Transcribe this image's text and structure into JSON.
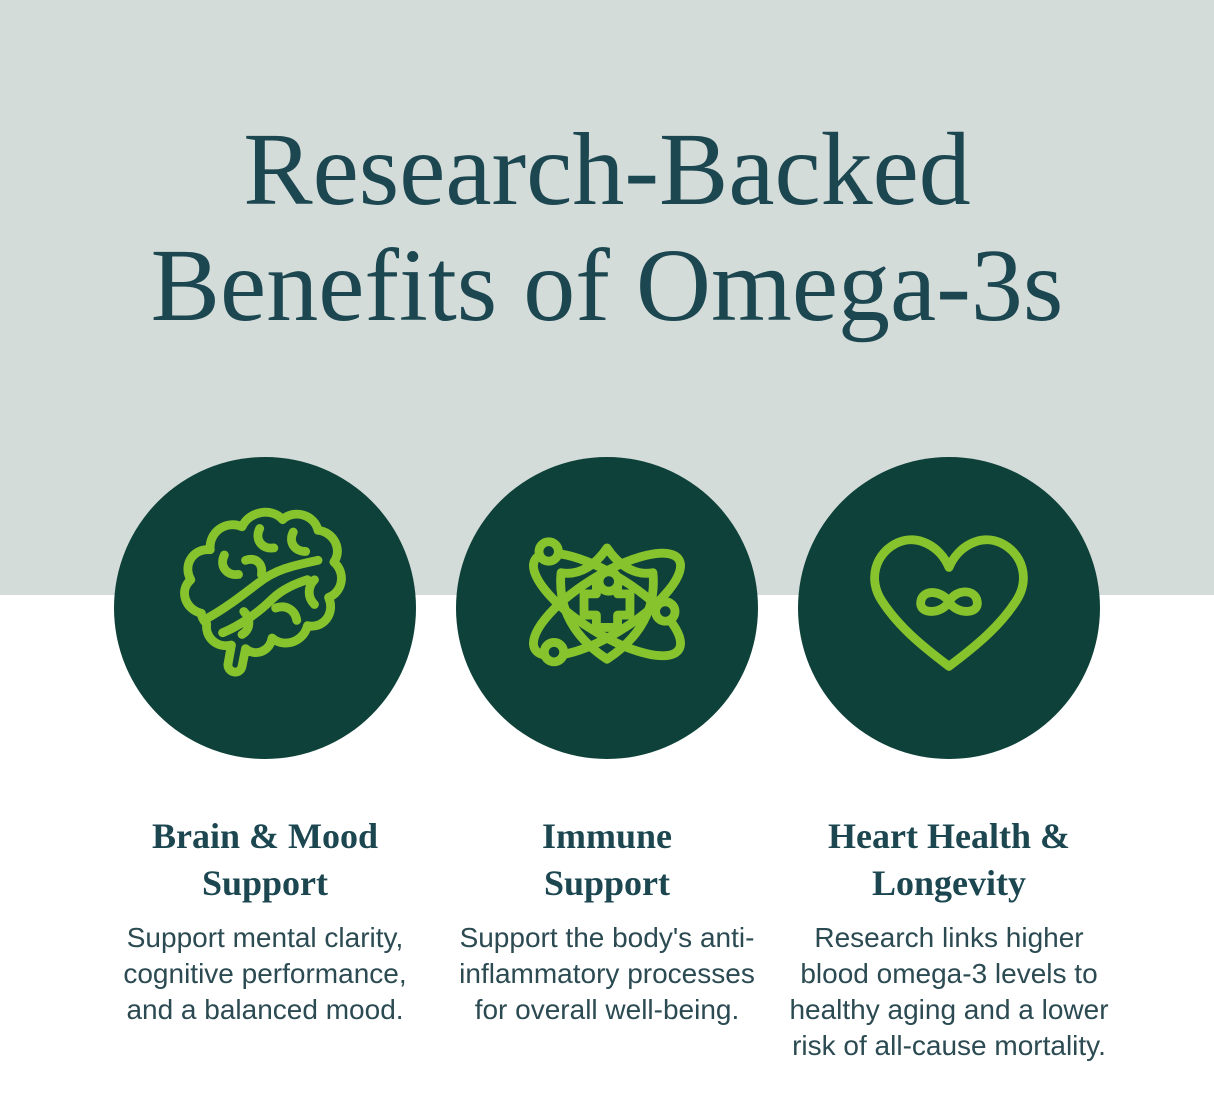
{
  "header": {
    "title_line1": "Research-Backed",
    "title_line2": "Benefits of Omega-3s"
  },
  "benefits": [
    {
      "icon": "brain-icon",
      "heading_line1": "Brain & Mood",
      "heading_line2": "Support",
      "body": "Support mental clarity, cognitive performance, and a balanced mood."
    },
    {
      "icon": "immune-atom-shield-icon",
      "heading_line1": "Immune",
      "heading_line2": "Support",
      "body": "Support the body's anti-inflammatory processes for overall well-being."
    },
    {
      "icon": "heart-infinity-icon",
      "heading_line1": "Heart Health &",
      "heading_line2": "Longevity",
      "body": "Research links higher blood omega-3 levels to healthy aging and a lower risk of all-cause mortality."
    }
  ],
  "colors": {
    "band_bg": "#d4dcda",
    "page_bg": "#ffffff",
    "title_text": "#1c4751",
    "body_text": "#2b4a52",
    "circle_fill": "#0e4139",
    "icon_green": "#87c32d"
  }
}
